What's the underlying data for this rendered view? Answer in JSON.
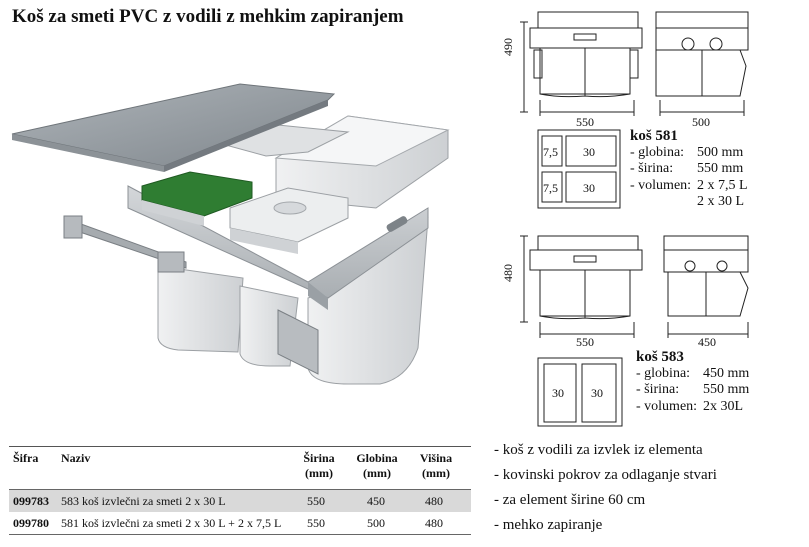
{
  "title": "Koš za smeti PVC z vodili z mehkim zapiranjem",
  "drawings": {
    "top": {
      "height": "490",
      "width_front": "550",
      "width_side": "500"
    },
    "bottom": {
      "height": "480",
      "width_front": "550",
      "width_side": "450"
    }
  },
  "plan581": {
    "cells": [
      "7,5",
      "30",
      "7,5",
      "30"
    ]
  },
  "plan583": {
    "cells": [
      "30",
      "30"
    ]
  },
  "spec581": {
    "name": "koš 581",
    "rows": [
      {
        "label": "- globina:",
        "value": "500 mm"
      },
      {
        "label": "- širina:",
        "value": "550 mm"
      },
      {
        "label": "- volumen:",
        "value": "2 x 7,5 L"
      },
      {
        "label": "",
        "value": "2 x 30 L"
      }
    ]
  },
  "spec583": {
    "name": "koš 583",
    "rows": [
      {
        "label": "- globina:",
        "value": "450 mm"
      },
      {
        "label": "- širina:",
        "value": "550 mm"
      },
      {
        "label": "- volumen:",
        "value": "2x 30L"
      }
    ]
  },
  "table": {
    "headers": {
      "code": "Šifra",
      "name": "Naziv",
      "width": "Širina",
      "width_unit": "(mm)",
      "depth": "Globina",
      "depth_unit": "(mm)",
      "height": "Višina",
      "height_unit": "(mm)"
    },
    "rows": [
      {
        "code": "099783",
        "name": "583 koš izvlečni za smeti 2 x 30 L",
        "width": "550",
        "depth": "450",
        "height": "480"
      },
      {
        "code": "099780",
        "name": "581 koš izvlečni za smeti 2 x 30 L + 2 x 7,5 L",
        "width": "550",
        "depth": "500",
        "height": "480"
      }
    ]
  },
  "features": [
    "- koš z vodili za izvlek iz elementa",
    "- kovinski pokrov za odlaganje stvari",
    "- za element širine 60 cm",
    "- mehko zapiranje"
  ],
  "colors": {
    "lid": "#9aa1a7",
    "bin": "#e3e5e7",
    "green": "#2f7d32",
    "frame": "#c4c8cc",
    "tableShade": "#d9d9d9"
  }
}
